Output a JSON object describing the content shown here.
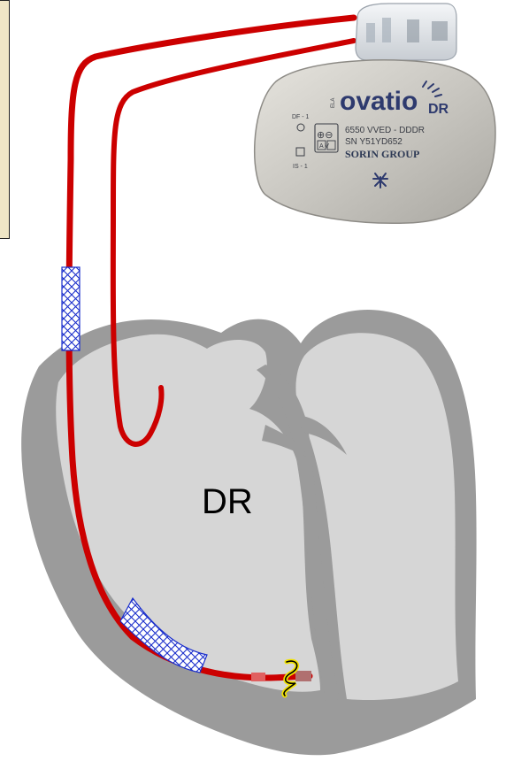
{
  "device": {
    "brand_prefix": "ELA",
    "brand": "ovatio",
    "brand_suffix": "DR",
    "model_line": "6550  VVED - DDDR",
    "serial_line": "SN  Y51YD652",
    "manufacturer": "SORIN GROUP",
    "port_top": "DF - 1",
    "port_bottom": "IS - 1",
    "polarity_symbols": "⊕⊖",
    "port_letters": "A V"
  },
  "heart": {
    "label": "DR"
  },
  "colors": {
    "lead": "#cc0000",
    "heart_outer": "#9b9b9b",
    "heart_inner": "#d6d6d6",
    "coil_mesh": "#1a2ecc",
    "device_body": "#c8c6c0",
    "note_box": "#efe6c6"
  }
}
